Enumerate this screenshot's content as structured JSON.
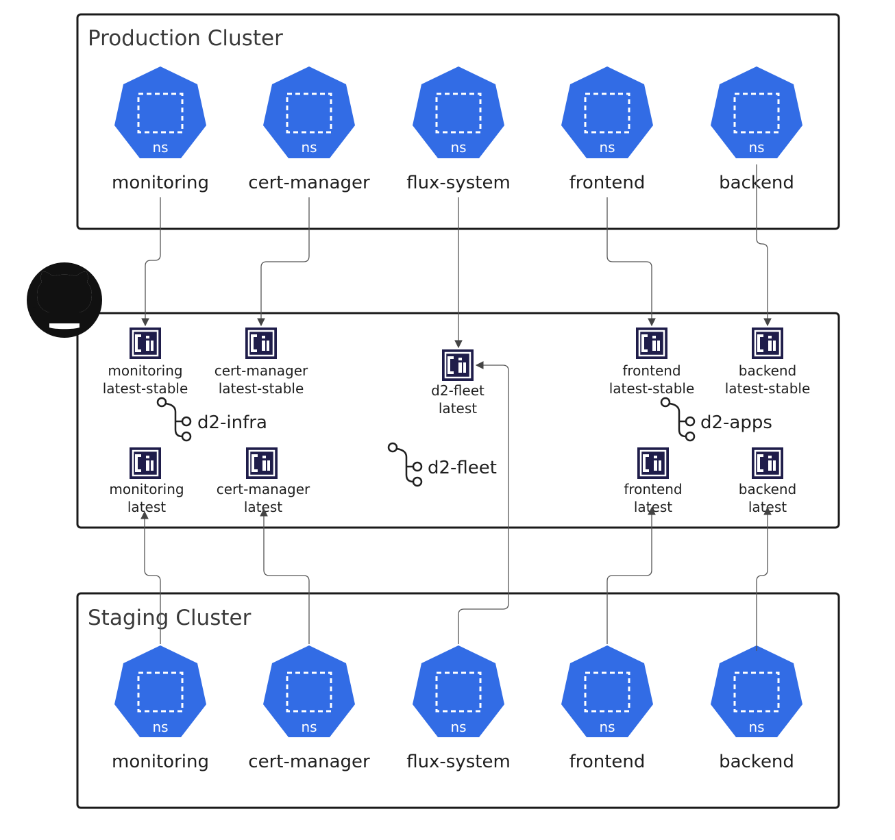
{
  "production": {
    "title": "Production Cluster",
    "namespaces": [
      {
        "name": "monitoring",
        "badge": "ns"
      },
      {
        "name": "cert-manager",
        "badge": "ns"
      },
      {
        "name": "flux-system",
        "badge": "ns"
      },
      {
        "name": "frontend",
        "badge": "ns"
      },
      {
        "name": "backend",
        "badge": "ns"
      }
    ]
  },
  "registry": {
    "icon": "github-icon",
    "artifacts": [
      {
        "line1": "monitoring",
        "line2": "latest-stable"
      },
      {
        "line1": "cert-manager",
        "line2": "latest-stable"
      },
      {
        "line1": "d2-fleet",
        "line2": "latest"
      },
      {
        "line1": "frontend",
        "line2": "latest-stable"
      },
      {
        "line1": "backend",
        "line2": "latest-stable"
      },
      {
        "line1": "monitoring",
        "line2": "latest"
      },
      {
        "line1": "cert-manager",
        "line2": "latest"
      },
      {
        "line1": "frontend",
        "line2": "latest"
      },
      {
        "line1": "backend",
        "line2": "latest"
      }
    ],
    "branches": [
      {
        "name": "d2-infra"
      },
      {
        "name": "d2-fleet"
      },
      {
        "name": "d2-apps"
      }
    ]
  },
  "staging": {
    "title": "Staging Cluster",
    "namespaces": [
      {
        "name": "monitoring",
        "badge": "ns"
      },
      {
        "name": "cert-manager",
        "badge": "ns"
      },
      {
        "name": "flux-system",
        "badge": "ns"
      },
      {
        "name": "frontend",
        "badge": "ns"
      },
      {
        "name": "backend",
        "badge": "ns"
      }
    ]
  },
  "colors": {
    "kubernetes_blue": "#326ce5",
    "artifact_navy": "#1f1d4a",
    "border": "#1a1a1a",
    "connector": "#555555"
  }
}
